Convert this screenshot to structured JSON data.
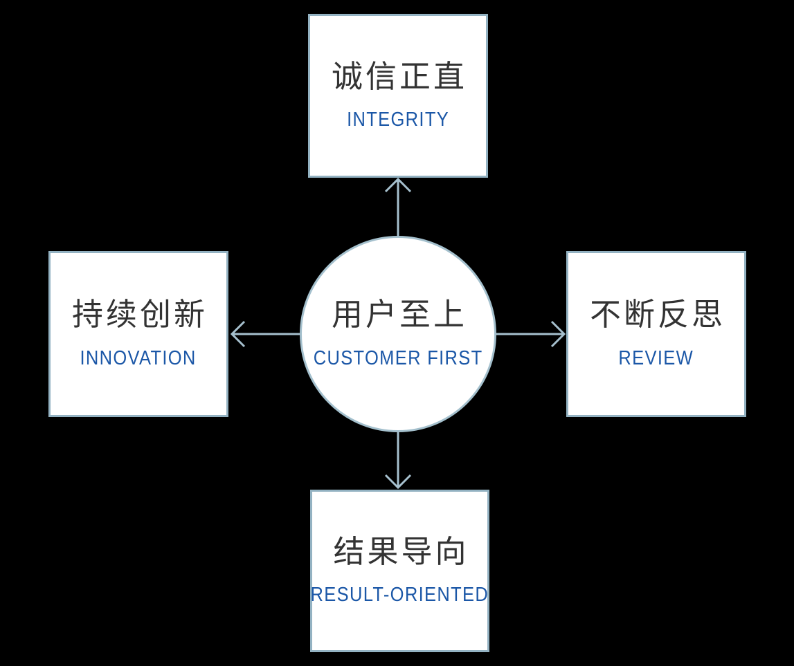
{
  "page": {
    "background": "#000000"
  },
  "theme": {
    "background": "#000000",
    "node_fill": "#ffffff",
    "box_border": "#93b2c2",
    "circle_border": "#a4c0cd",
    "arrow_color": "#a6c0ce",
    "zh_color": "#333333",
    "en_color": "#1b57a7"
  },
  "diagram": {
    "center": {
      "zh": "用户至上",
      "en": "CUSTOMER FIRST"
    },
    "top": {
      "zh": "诚信正直",
      "en": "INTEGRITY"
    },
    "left": {
      "zh": "持续创新",
      "en": "INNOVATION"
    },
    "right": {
      "zh": "不断反思",
      "en": "REVIEW"
    },
    "bottom": {
      "zh": "结果导向",
      "en": "RESULT-ORIENTED"
    }
  }
}
